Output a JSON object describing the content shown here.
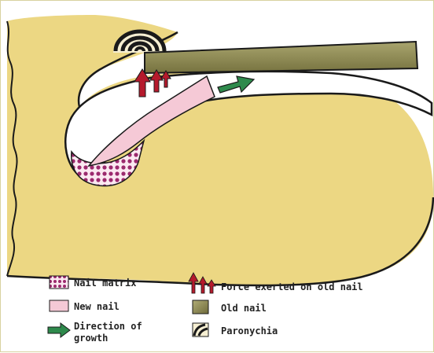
{
  "legend": {
    "nail_matrix": "Nail matrix",
    "new_nail": "New nail",
    "direction_line1": "Direction of",
    "direction_line2": "growth",
    "force": "Force exerted on old nail",
    "old_nail": "Old nail",
    "paronychia": "Paronychia"
  },
  "colors": {
    "skin": "#ecd783",
    "skin_outline": "#1a1a1a",
    "new_nail": "#f5c9d6",
    "old_nail": "#8e8a55",
    "matrix_dot": "#9c2a6e",
    "force_arrow": "#b51a2c",
    "growth_arrow": "#2e8a4c"
  }
}
